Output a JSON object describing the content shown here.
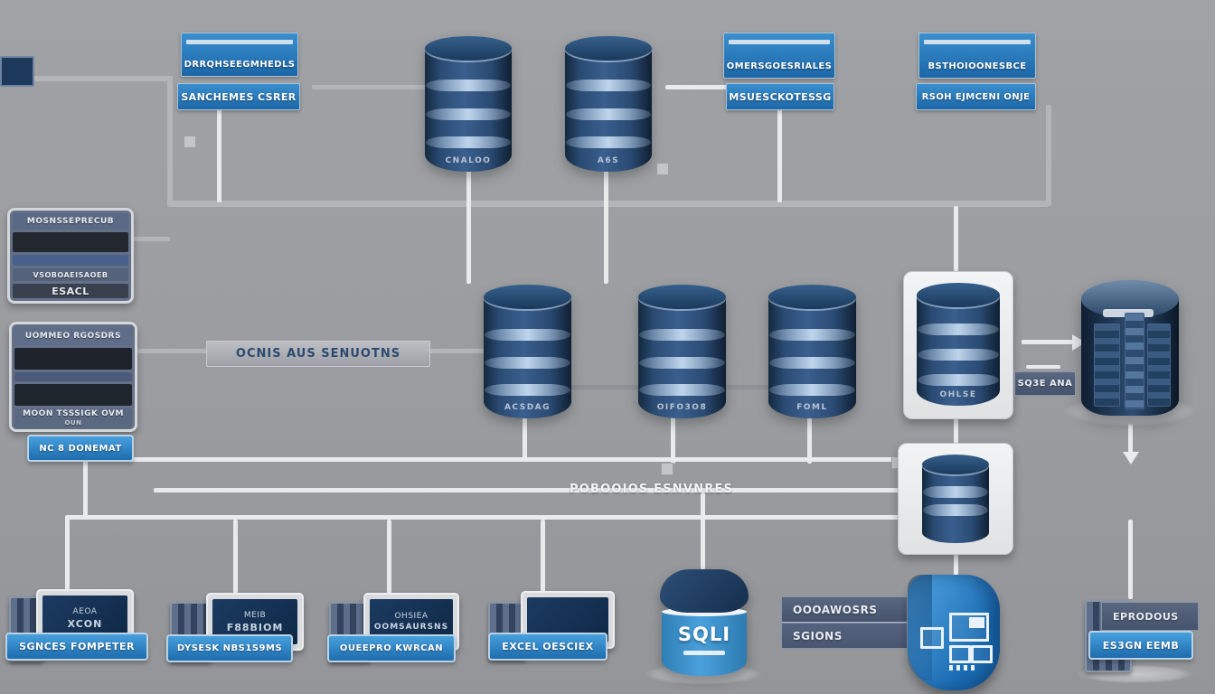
{
  "labels": {
    "top_left_1": "DRRQHSEEGMHEDLS",
    "top_left_2": "SANCHEMES CSRER",
    "top_right_1": "OMERSGOESRIALES",
    "top_right_2": "MSUESCKOTESSG",
    "top_right_3": "BSTHOIOONESBCE",
    "top_right_4": "RSOH EJMCENI ONJE"
  },
  "top_cylinders": [
    {
      "label": "CNALOO"
    },
    {
      "label": "A6S"
    }
  ],
  "left_panel_1": {
    "header": "MOSNSSEPRECUB",
    "row_label": "VSOBOAEISAOEB",
    "footer": "ESACL"
  },
  "left_panel_2": {
    "header": "UOMMEO RGOSDRS",
    "footer": "MOON TSSSIGK OVM",
    "footnote": "OUN"
  },
  "pill_label": "NC 8 DONEMAT",
  "servers_bar": "OCNIS AUS SENUOTNS",
  "mid_cylinders": [
    {
      "label": "ACSDAG"
    },
    {
      "label": "OIFO3O8"
    },
    {
      "label": "FOML"
    }
  ],
  "card_cylinder": {
    "label": "OHLSE"
  },
  "tower_label": "SQ3E ANA",
  "bus_label": "POBOOIOS ESNVNRES",
  "monitors": [
    {
      "screen_line1": "AEOA",
      "screen_line2": "XCON",
      "bar": "SGNCES FOMPETER"
    },
    {
      "screen_line1": "MEIB",
      "screen_line2": "F88BIOM",
      "bar": "DYSESK NBS1S9MS"
    },
    {
      "screen_line1": "OHSIEA",
      "screen_line2": "OOMSAURSNS",
      "bar": "OUEEPRO KWRCAN"
    },
    {
      "screen_line1": "",
      "screen_line2": "",
      "bar": "EXCEL OESCIEX"
    }
  ],
  "sql_cylinder": {
    "label": "SQLI"
  },
  "dual_label": {
    "top": "OOOAWOSRS",
    "bottom": "SGIONS"
  },
  "bottom_right": {
    "top": "EPRODOUS",
    "bottom": "ES3GN EEMB"
  },
  "colors": {
    "background": "#9a9c9f",
    "label_blue": "#2277bf",
    "navy": "#1d3a5c",
    "slate": "#4e5a72",
    "sql_blue": "#3f9bd8",
    "line_white": "#e9eaec",
    "line_gray": "#b3b5b8"
  }
}
